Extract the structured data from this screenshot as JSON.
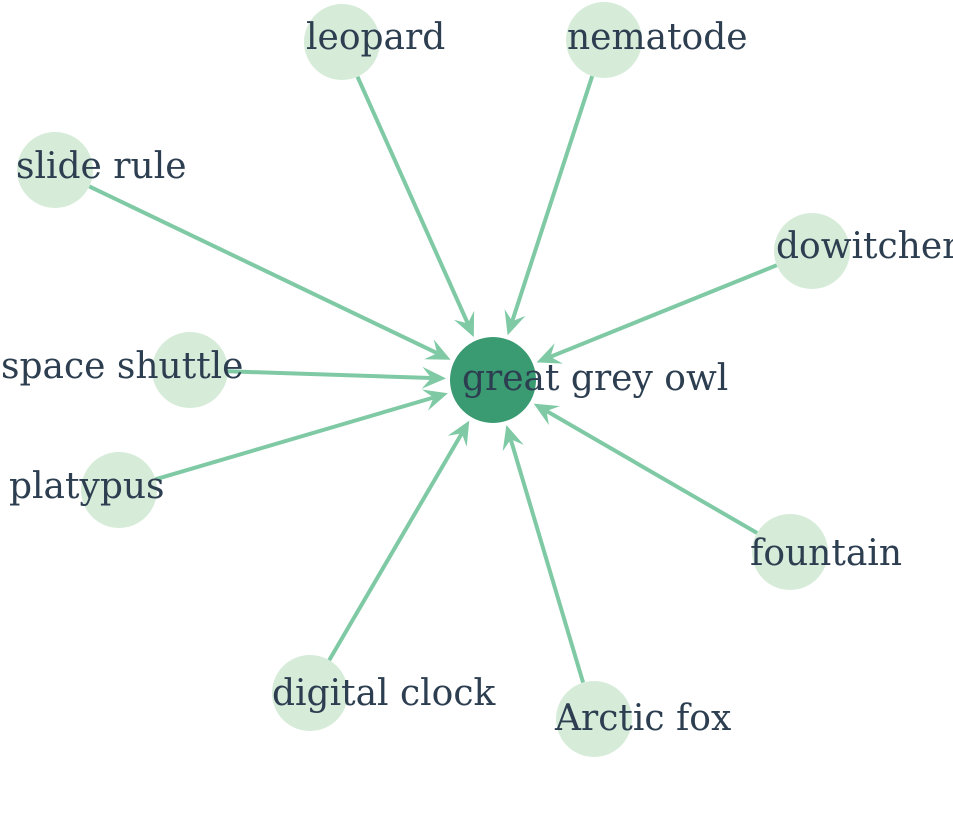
{
  "graph": {
    "center": {
      "label": "great grey owl"
    },
    "nodes": [
      {
        "id": "leopard",
        "label": "leopard"
      },
      {
        "id": "nematode",
        "label": "nematode"
      },
      {
        "id": "slide-rule",
        "label": "slide rule"
      },
      {
        "id": "dowitcher",
        "label": "dowitcher"
      },
      {
        "id": "space-shuttle",
        "label": "space shuttle"
      },
      {
        "id": "platypus",
        "label": "platypus"
      },
      {
        "id": "fountain",
        "label": "fountain"
      },
      {
        "id": "digital-clock",
        "label": "digital clock"
      },
      {
        "id": "arctic-fox",
        "label": "Arctic fox"
      }
    ],
    "edges": [
      {
        "from": "leopard",
        "to": "center"
      },
      {
        "from": "nematode",
        "to": "center"
      },
      {
        "from": "slide-rule",
        "to": "center"
      },
      {
        "from": "dowitcher",
        "to": "center"
      },
      {
        "from": "space-shuttle",
        "to": "center"
      },
      {
        "from": "platypus",
        "to": "center"
      },
      {
        "from": "fountain",
        "to": "center"
      },
      {
        "from": "digital-clock",
        "to": "center"
      },
      {
        "from": "arctic-fox",
        "to": "center"
      }
    ],
    "colors": {
      "edge": "#7fcaa5",
      "leaf_node": "#d6ecd9",
      "center_node": "#3a9b72",
      "label_text": "#2c3e50"
    }
  }
}
